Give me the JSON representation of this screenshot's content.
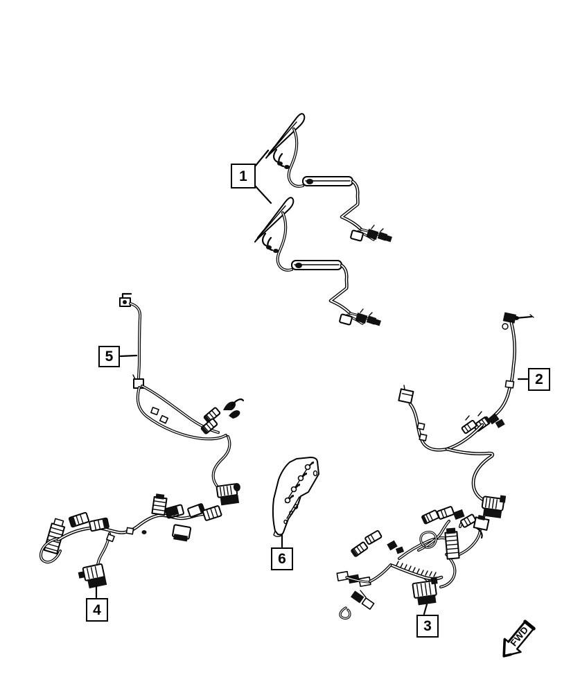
{
  "page": {
    "type": "parts-diagram",
    "background": "#ffffff",
    "line_color": "#000000"
  },
  "callouts": [
    {
      "label": "1",
      "drawing": "wiring-harness-pair-top"
    },
    {
      "label": "2",
      "drawing": "wiring-harness-right"
    },
    {
      "label": "3",
      "drawing": "wiring-harness-bottom-right"
    },
    {
      "label": "4",
      "drawing": "wiring-harness-bottom-left"
    },
    {
      "label": "5",
      "drawing": "wiring-harness-left"
    },
    {
      "label": "6",
      "drawing": "mounting-bracket"
    }
  ],
  "fwd_arrow": {
    "label": "FWD"
  }
}
